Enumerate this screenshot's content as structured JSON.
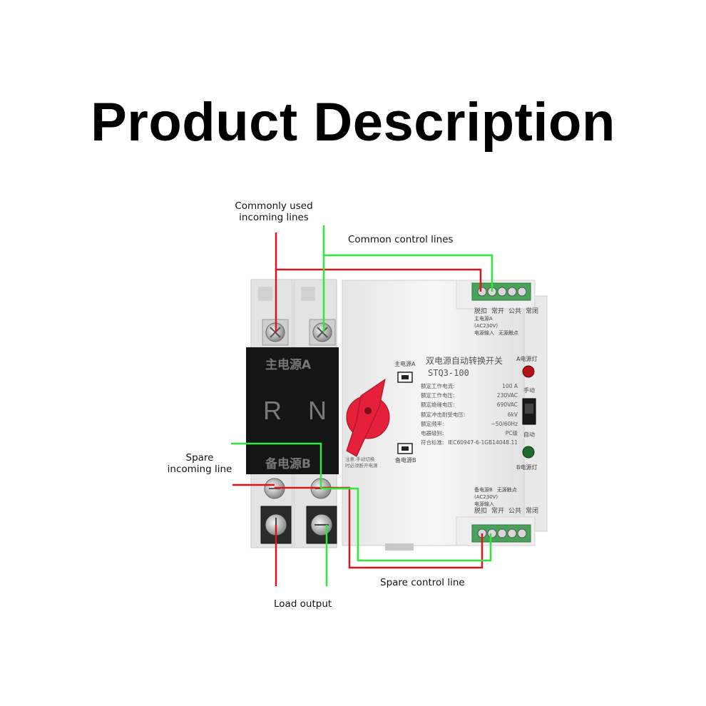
{
  "title": "Product Description",
  "callouts": {
    "common_incoming": [
      "Commonly used",
      "incoming lines"
    ],
    "common_control": "Common control lines",
    "spare_incoming": [
      "Spare",
      "incoming line"
    ],
    "spare_control": "Spare control line",
    "load_output": "Load output"
  },
  "device": {
    "top_terminal_label": "主电源A",
    "bottom_terminal_label": "备电源B",
    "pole_r": "R",
    "pole_n": "N",
    "switch_title": "双电源自动转换开关",
    "model": "STQ3-100",
    "indicator_a_label": "A电源灯",
    "indicator_b_label": "B电源灯",
    "position_a_label": "主电源A",
    "position_b_label": "备电源B",
    "manual_label": "手动",
    "auto_label": "自动",
    "specs": [
      {
        "k": "额定工作电流:",
        "v": "100 A"
      },
      {
        "k": "额定工作电压:",
        "v": "230VAC"
      },
      {
        "k": "额定绝缘电压:",
        "v": "690VAC"
      },
      {
        "k": "额定冲击耐受电压:",
        "v": "6kV"
      },
      {
        "k": "额定频率:",
        "v": "~50/60Hz"
      },
      {
        "k": "电器级别:",
        "v": "PC级"
      },
      {
        "k": "符合标准:",
        "v": "IEC60947-6-1GB14048.11"
      }
    ],
    "warning_text": [
      "注意:手动切换",
      "时必须断开电源"
    ],
    "top_block_labels": [
      "常开",
      "公共",
      "常闭"
    ],
    "top_block_sub": [
      "主电源A",
      "(AC230V)",
      "电源输入"
    ],
    "top_block_dry": "无源触点",
    "top_block_trip": "脱扣",
    "bottom_block_labels": [
      "常开",
      "公共",
      "常闭"
    ],
    "bottom_block_sub": [
      "备电源B",
      "(AC230V)",
      "电源输入"
    ],
    "bottom_block_dry": "无源触点",
    "bottom_block_trip": "脱扣"
  },
  "colors": {
    "red_wire": "#d8161c",
    "green_wire": "#2ee83a",
    "terminal_green": "#49a15a",
    "knob_red": "#e5203a",
    "label_band": "#151515"
  }
}
